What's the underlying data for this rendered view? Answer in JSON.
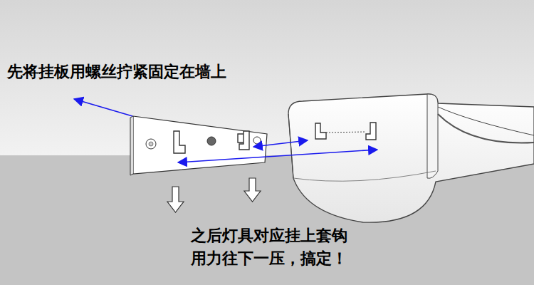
{
  "diagram": {
    "labels": [
      "先将挂板用螺丝拧紧固定在墙上",
      "之后灯具对应挂上套钩",
      "用力往下一压，搞定！"
    ]
  }
}
